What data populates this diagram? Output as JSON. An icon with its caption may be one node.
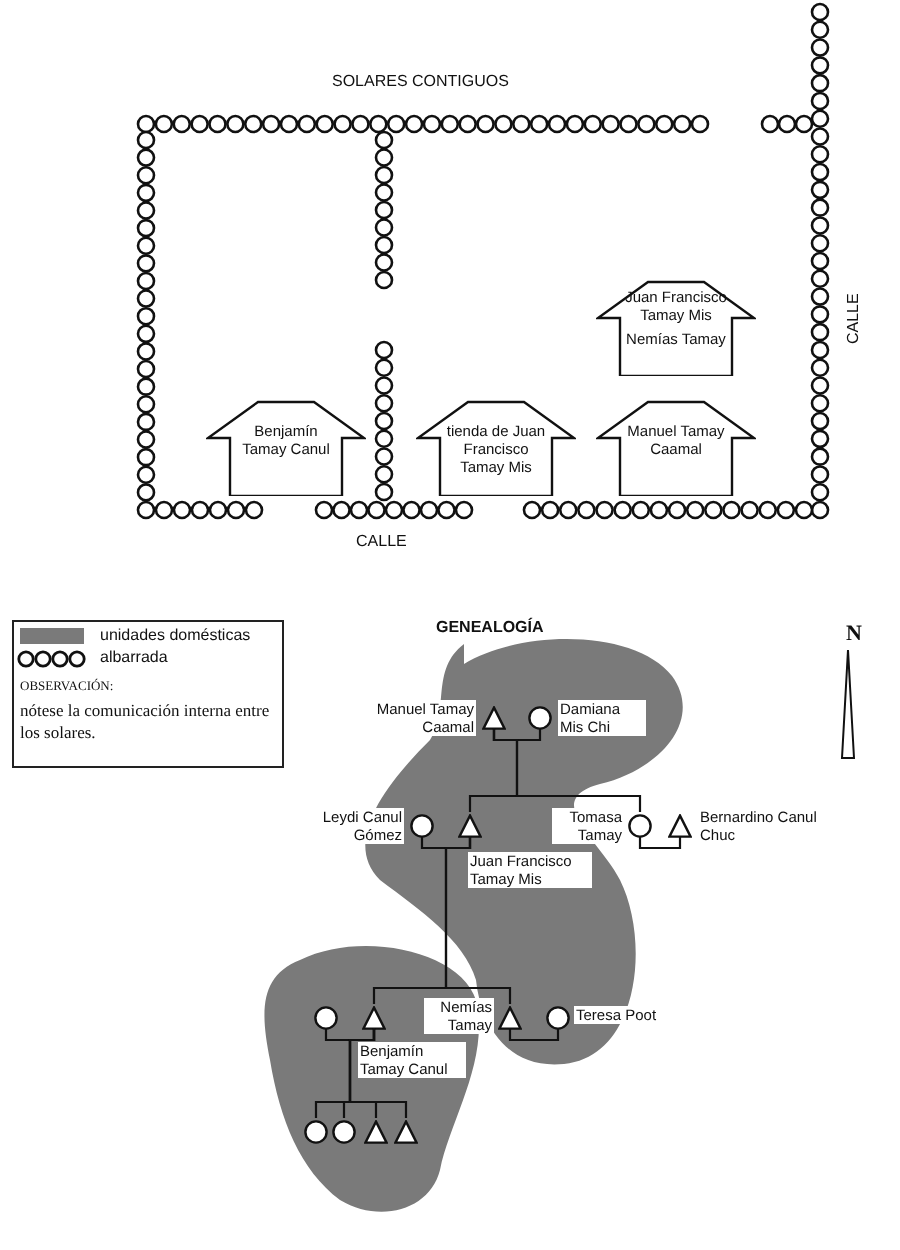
{
  "diagram": {
    "nodes": [
      {
        "text": [
          "Juan Francisco Tamay Mis",
          "Nemías Tamay"
        ]
      },
      {
        "text": [
          "Benjamín Tamay Canul"
        ]
      },
      {
        "text": [
          "tienda de Juan Francisco Tamay Mis"
        ]
      },
      {
        "text": [
          "Manuel Tamay Caamal"
        ]
      },
      {
        "text": [],
        "shape": "triangle",
        "beside": [
          "Manuel Tamay Caamal"
        ]
      },
      {
        "text": [],
        "shape": "circle",
        "beside": [
          "Damiana Mis Chi"
        ]
      },
      {
        "text": [],
        "shape": "circle",
        "beside": [
          "Leydi Canul Gómez"
        ]
      },
      {
        "text": [],
        "shape": "triangle",
        "beside": [
          "Juan Francisco Tamay Mis"
        ]
      },
      {
        "text": [],
        "shape": "circle",
        "beside": [
          "Tomasa Tamay"
        ]
      },
      {
        "text": [],
        "shape": "triangle",
        "beside": [
          "Bernardino Canul Chuc"
        ]
      },
      {
        "text": [],
        "shape": "circle"
      },
      {
        "text": [],
        "shape": "triangle",
        "beside": [
          "Benjamín Tamay Canul"
        ]
      },
      {
        "text": [],
        "shape": "triangle",
        "beside": [
          "Nemías Tamay"
        ]
      },
      {
        "text": [],
        "shape": "circle",
        "beside": [
          "Teresa Poot"
        ]
      },
      {
        "text": [],
        "shape": "circle"
      },
      {
        "text": [],
        "shape": "circle"
      },
      {
        "text": [],
        "shape": "triangle"
      },
      {
        "text": [],
        "shape": "triangle"
      }
    ],
    "edges": [
      {
        "from": 4,
        "to": 5,
        "arrow": "none"
      },
      {
        "from": 4,
        "to": 7,
        "arrow": "none"
      },
      {
        "from": 4,
        "to": 8,
        "arrow": "none"
      },
      {
        "from": 7,
        "to": 6,
        "arrow": "none"
      },
      {
        "from": 8,
        "to": 9,
        "arrow": "none"
      },
      {
        "from": 7,
        "to": 11,
        "arrow": "none"
      },
      {
        "from": 7,
        "to": 12,
        "arrow": "none"
      },
      {
        "from": 11,
        "to": 10,
        "arrow": "none"
      },
      {
        "from": 12,
        "to": 13,
        "arrow": "none"
      },
      {
        "from": 11,
        "to": 14,
        "arrow": "none"
      },
      {
        "from": 11,
        "to": 15,
        "arrow": "none"
      },
      {
        "from": 11,
        "to": 16,
        "arrow": "none"
      },
      {
        "from": 11,
        "to": 17,
        "arrow": "none"
      }
    ],
    "labels": [
      "SOLARES CONTIGUOS",
      "CALLE",
      "CALLE",
      "GENEALOGÍA",
      "N",
      "OBSERVACIÓN:",
      "nótese la comunicación interna entre los solares."
    ],
    "legend": [
      {
        "text": "unidades domésticas",
        "color": "#7a7a7a"
      },
      {
        "text": "albarrada"
      }
    ]
  }
}
